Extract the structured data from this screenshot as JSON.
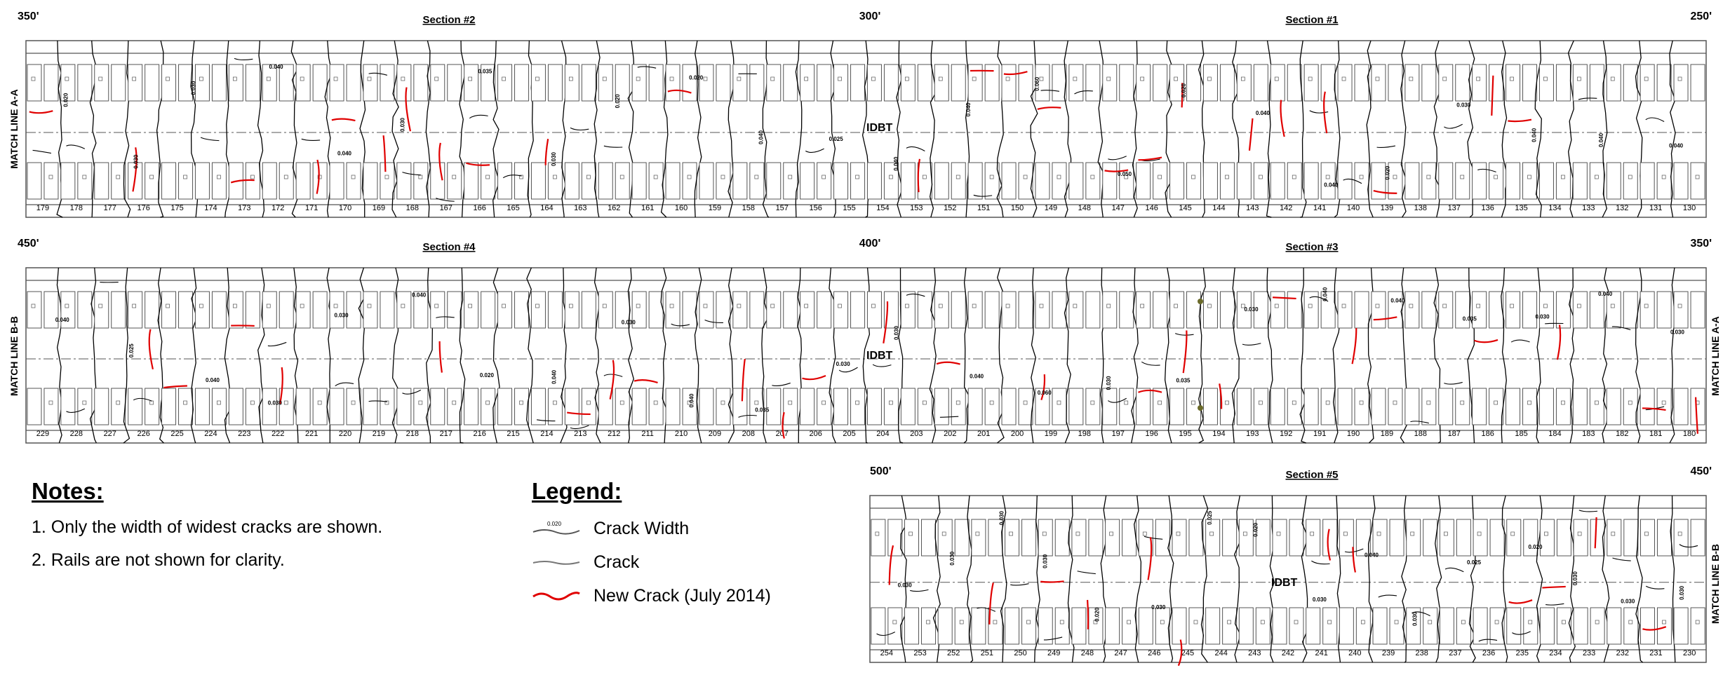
{
  "colors": {
    "line": "#000000",
    "gray": "#555555",
    "new_crack": "#e00000",
    "marker": "#6b6b2a"
  },
  "panels": [
    {
      "id": "panel-1",
      "left_station": "350'",
      "mid_station": "300'",
      "right_station": "250'",
      "left_section": "Section #2",
      "right_section": "Section #1",
      "left_match": "MATCH LINE A-A",
      "right_match": "",
      "center_label": "IDBT",
      "numbers": [
        "179",
        "178",
        "177",
        "176",
        "175",
        "174",
        "173",
        "172",
        "171",
        "170",
        "169",
        "168",
        "167",
        "166",
        "165",
        "164",
        "163",
        "162",
        "161",
        "160",
        "159",
        "158",
        "157",
        "156",
        "155",
        "154",
        "153",
        "152",
        "151",
        "150",
        "149",
        "148",
        "147",
        "146",
        "145",
        "144",
        "143",
        "142",
        "141",
        "140",
        "139",
        "138",
        "137",
        "136",
        "135",
        "134",
        "133",
        "132",
        "131",
        "130"
      ],
      "width_labels": [
        "0.020",
        "0.030",
        "0.030",
        "0.040",
        "0.040",
        "0.030",
        "0.035",
        "0.030",
        "0.020",
        "0.020",
        "0.040",
        "0.025",
        "0.040",
        "0.040",
        "0.060",
        "0.050",
        "0.020",
        "0.040",
        "0.040",
        "0.020",
        "0.030",
        "0.040",
        "0.040",
        "0.040"
      ]
    },
    {
      "id": "panel-2",
      "left_station": "450'",
      "mid_station": "400'",
      "right_station": "350'",
      "left_section": "Section #4",
      "right_section": "Section #3",
      "left_match": "MATCH LINE B-B",
      "right_match": "MATCH LINE A-A",
      "center_label": "IDBT",
      "numbers": [
        "229",
        "228",
        "227",
        "226",
        "225",
        "224",
        "223",
        "222",
        "221",
        "220",
        "219",
        "218",
        "217",
        "216",
        "215",
        "214",
        "213",
        "212",
        "211",
        "210",
        "209",
        "208",
        "207",
        "206",
        "205",
        "204",
        "203",
        "202",
        "201",
        "200",
        "199",
        "198",
        "197",
        "196",
        "195",
        "194",
        "193",
        "192",
        "191",
        "190",
        "189",
        "188",
        "187",
        "186",
        "185",
        "184",
        "183",
        "182",
        "181",
        "180"
      ],
      "width_labels": [
        "0.040",
        "0.025",
        "0.040",
        "0.030",
        "0.030",
        "0.040",
        "0.020",
        "0.040",
        "0.030",
        "0.040",
        "0.035",
        "0.030",
        "0.030",
        "0.040",
        "0.060",
        "0.030",
        "0.035",
        "0.030",
        "0.040",
        "0.040",
        "0.035",
        "0.030",
        "0.040",
        "0.030"
      ]
    },
    {
      "id": "panel-3",
      "left_station": "500'",
      "mid_station": "",
      "right_station": "450'",
      "left_section": "",
      "right_section": "Section #5",
      "left_match": "",
      "right_match": "MATCH LINE B-B",
      "center_label": "IDBT",
      "numbers": [
        "254",
        "253",
        "252",
        "251",
        "250",
        "249",
        "248",
        "247",
        "246",
        "245",
        "244",
        "243",
        "242",
        "241",
        "240",
        "239",
        "238",
        "237",
        "236",
        "235",
        "234",
        "233",
        "232",
        "231",
        "230"
      ],
      "width_labels": [
        "0.030",
        "0.030",
        "0.030",
        "0.030",
        "0.020",
        "0.030",
        "0.025",
        "0.020",
        "0.030",
        "0.040",
        "0.030",
        "0.025",
        "0.020",
        "0.030",
        "0.030",
        "0.030"
      ]
    }
  ],
  "notes": {
    "title": "Notes:",
    "items": [
      "1. Only the width of widest cracks are shown.",
      "2. Rails are not shown for clarity."
    ]
  },
  "legend": {
    "title": "Legend:",
    "items": [
      {
        "label": "Crack Width",
        "sample_value": "0.020",
        "icon": "crack-width-icon"
      },
      {
        "label": "Crack",
        "icon": "crack-line-icon"
      },
      {
        "label": "New Crack (July 2014)",
        "icon": "new-crack-icon"
      }
    ]
  }
}
